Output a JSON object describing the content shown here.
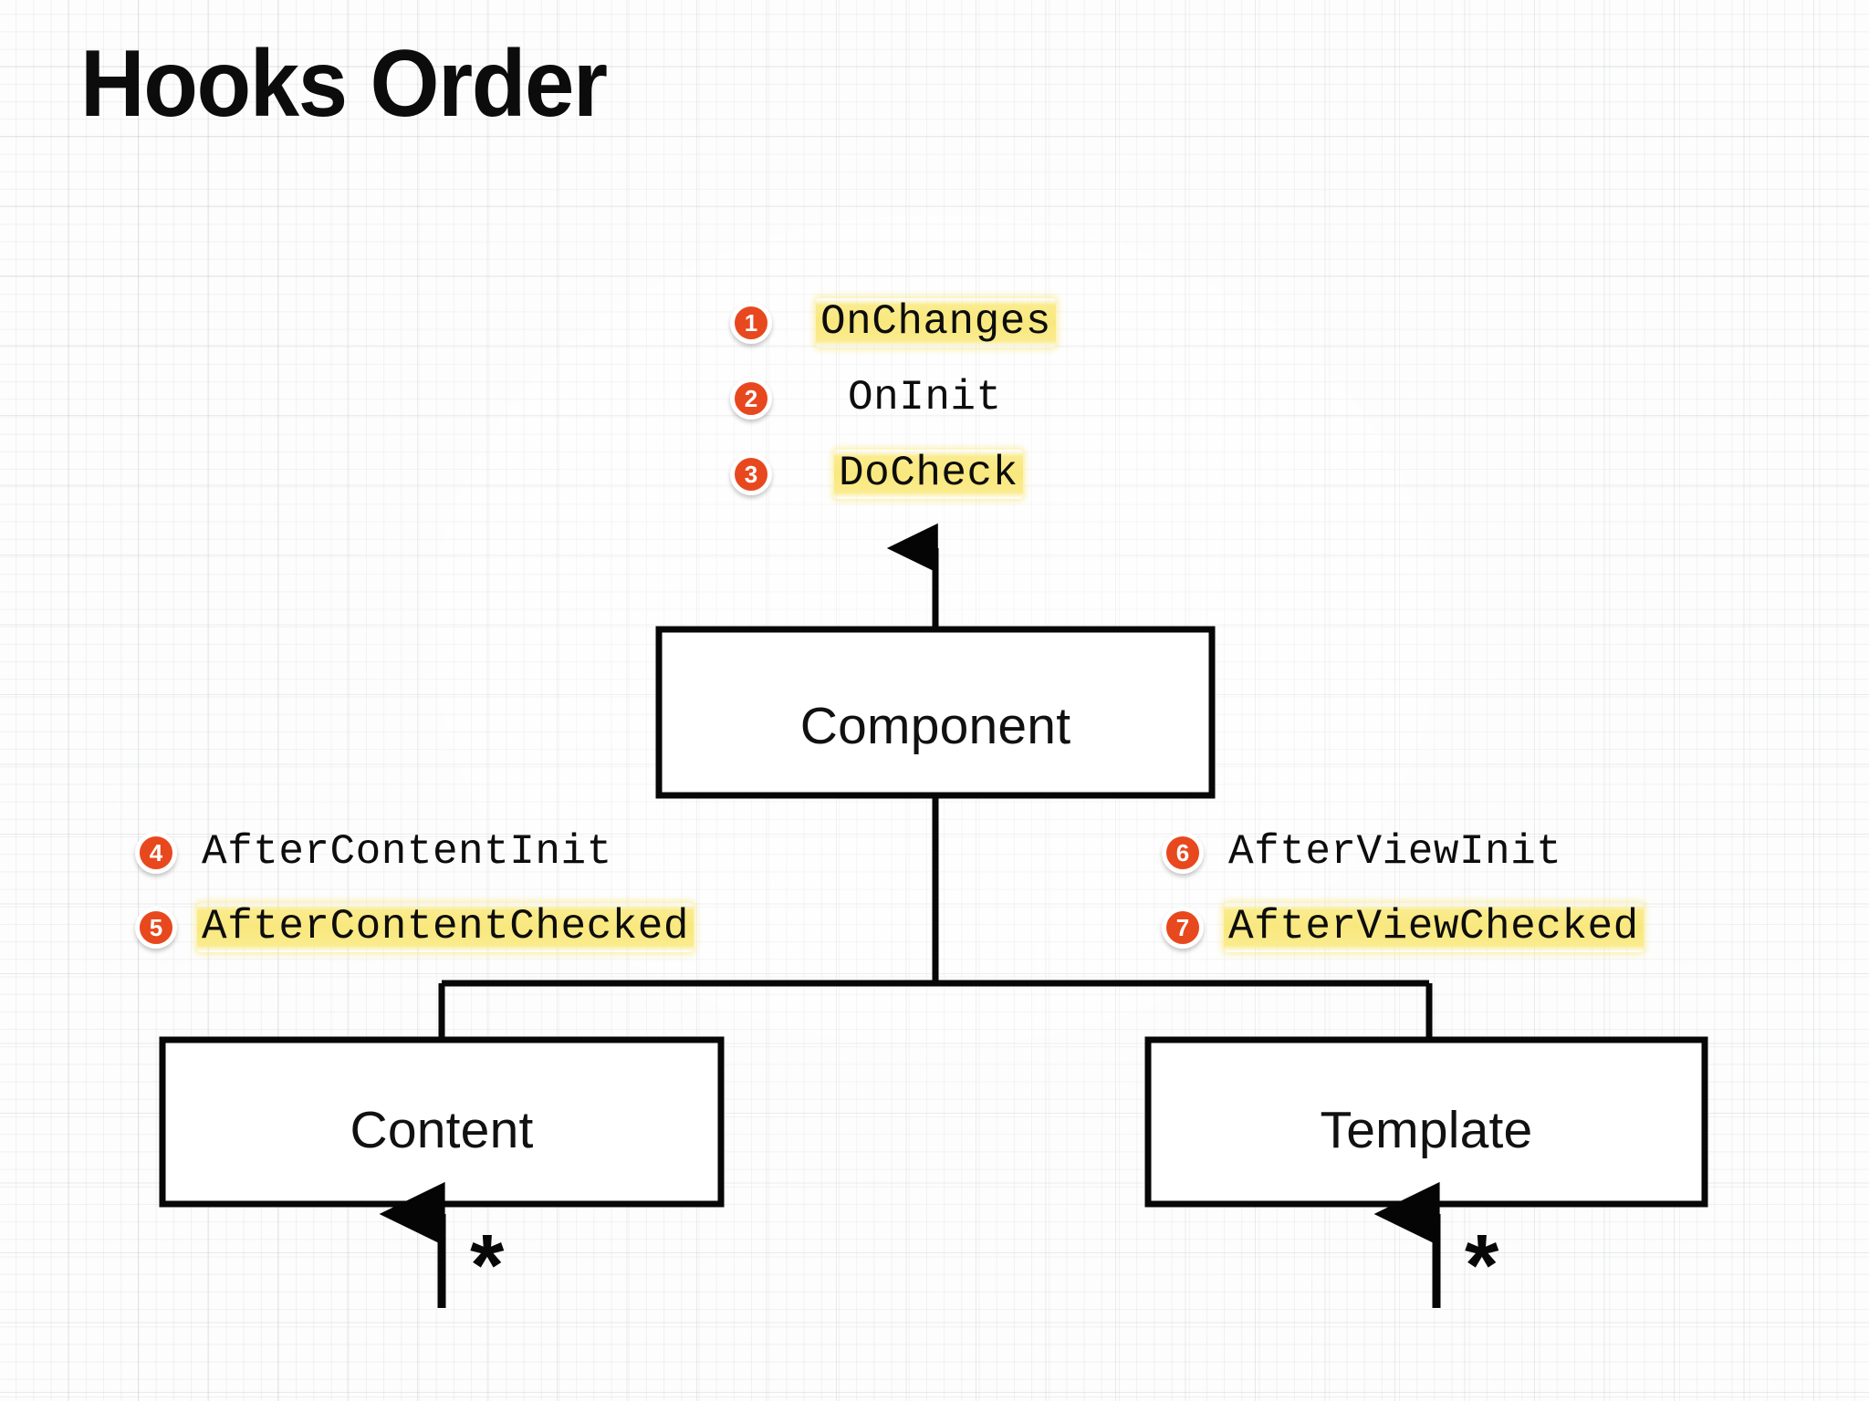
{
  "page": {
    "title": "Hooks Order",
    "background": "#fbfbfb",
    "accent_color": "#e8481e",
    "highlight_color": "#faea84",
    "stroke_color": "#000000"
  },
  "boxes": [
    {
      "id": "component",
      "label": "Component"
    },
    {
      "id": "content",
      "label": "Content"
    },
    {
      "id": "template",
      "label": "Template"
    }
  ],
  "hooks": {
    "component_phase": [
      {
        "number": "1",
        "label": "OnChanges",
        "highlighted": true
      },
      {
        "number": "2",
        "label": "OnInit",
        "highlighted": false
      },
      {
        "number": "3",
        "label": "DoCheck",
        "highlighted": true
      }
    ],
    "content_phase": [
      {
        "number": "4",
        "label": "AfterContentInit",
        "highlighted": false
      },
      {
        "number": "5",
        "label": "AfterContentChecked",
        "highlighted": true
      }
    ],
    "view_phase": [
      {
        "number": "6",
        "label": "AfterViewInit",
        "highlighted": false
      },
      {
        "number": "7",
        "label": "AfterViewChecked",
        "highlighted": true
      }
    ]
  },
  "annotations": {
    "content_multiplicity": "*",
    "template_multiplicity": "*"
  }
}
